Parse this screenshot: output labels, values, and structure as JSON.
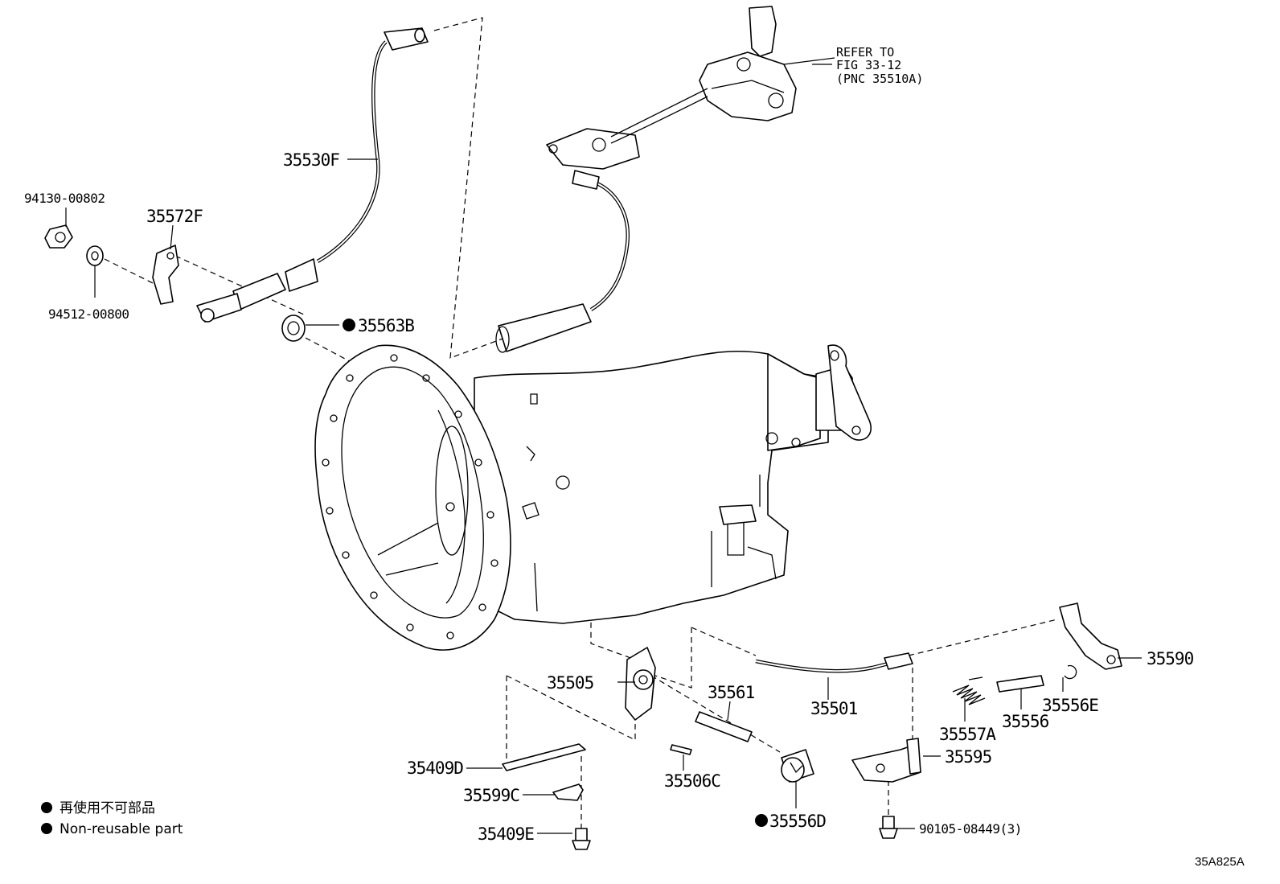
{
  "labels": {
    "p35530F": "35530F",
    "p94130_00802": "94130-00802",
    "p35572F": "35572F",
    "p94512_00800": "94512-00800",
    "p35563B": "35563B",
    "p35505": "35505",
    "p35561": "35561",
    "p35501": "35501",
    "p35590": "35590",
    "p35556E": "35556E",
    "p35556": "35556",
    "p35557A": "35557A",
    "p35595": "35595",
    "p35409D": "35409D",
    "p35599C": "35599C",
    "p35409E": "35409E",
    "p35506C": "35506C",
    "p35556D": "35556D",
    "p90105_08449": "90105-08449(3)"
  },
  "reference": {
    "line1": "REFER TO",
    "line2": "FIG 33-12",
    "line3": "(PNC 35510A)"
  },
  "legend": {
    "item_jp": "再使用不可部品",
    "item_en": "Non-reusable part"
  },
  "figure_code": "35A825A"
}
